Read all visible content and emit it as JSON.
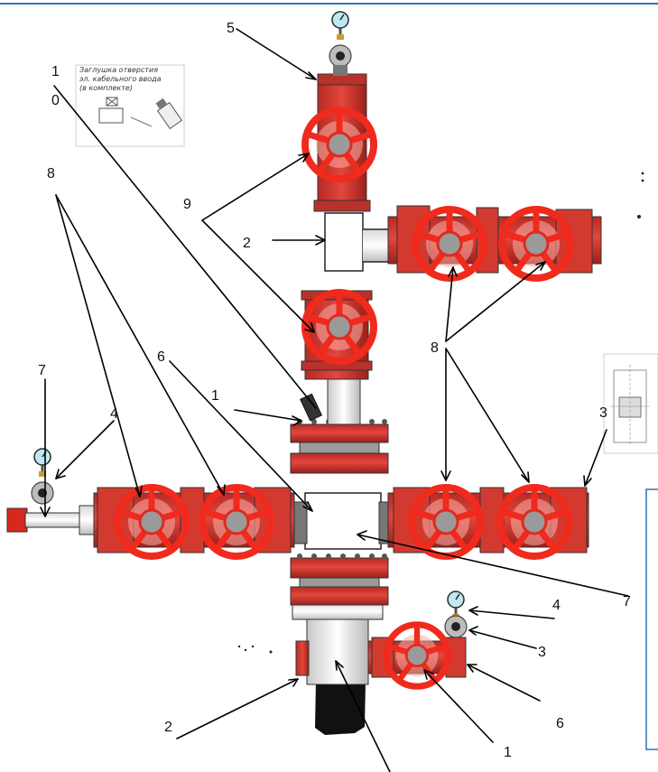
{
  "diagram": {
    "inset_note": {
      "lines": [
        "Заглушка отверстия",
        "эл. кабельного ввода",
        "(в комплекте)"
      ]
    },
    "callouts": {
      "c1_top_a": "1",
      "c1_top_b": "0",
      "c5": "5",
      "c8_left": "8",
      "c9": "9",
      "c2_upper": "2",
      "c6_left": "6",
      "c1_mid": "1",
      "c7_left": "7",
      "c4_left": "4",
      "c8_right": "8",
      "c3_right": "3",
      "c7_right": "7",
      "c4_right": "4",
      "c3_lower": "3",
      "c6_lower": "6",
      "c2_lower": "2",
      "c1_lower": "1"
    },
    "colors": {
      "valve_red": "#e52822",
      "wheel_red": "#f02a1c",
      "body_red": "#c8342c",
      "steel_gray": "#8a8a8a",
      "gauge_cyan": "#bfe8f2",
      "frame_blue": "#2e74b5"
    }
  }
}
